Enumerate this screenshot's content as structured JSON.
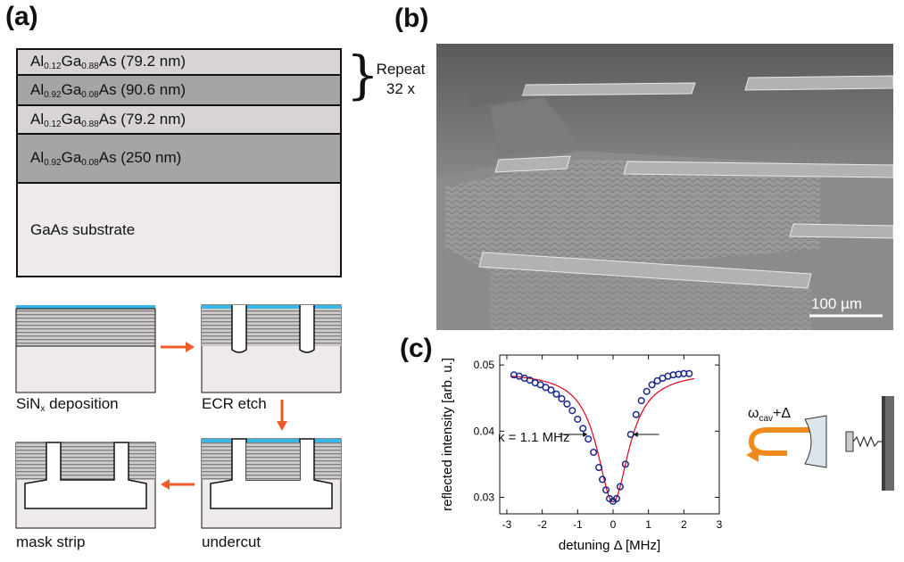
{
  "panel_a": {
    "label": "(a)",
    "layers": [
      {
        "base1": "Al",
        "sub1": "0.12",
        "base2": "Ga",
        "sub2": "0.88",
        "rest": "As (79.2 nm)",
        "fill": "#d8d4d3"
      },
      {
        "base1": "Al",
        "sub1": "0.92",
        "base2": "Ga",
        "sub2": "0.08",
        "rest": "As (90.6 nm)",
        "fill": "#a7a5a4"
      },
      {
        "base1": "Al",
        "sub1": "0.12",
        "base2": "Ga",
        "sub2": "0.88",
        "rest": "As (79.2 nm)",
        "fill": "#d8d4d3"
      },
      {
        "base1": "Al",
        "sub1": "0.92",
        "base2": "Ga",
        "sub2": "0.08",
        "rest": "As (250 nm)",
        "fill": "#a7a5a4"
      },
      {
        "base1": "",
        "sub1": "",
        "base2": "",
        "sub2": "",
        "rest": "GaAs substrate",
        "fill": "#eeeae9"
      }
    ],
    "repeat_line1": "Repeat",
    "repeat_line2": "32 x",
    "steps": {
      "deposition_base": "SiN",
      "deposition_sub": "x",
      "deposition_rest": " deposition",
      "etch": "ECR etch",
      "strip": "mask strip",
      "undercut": "undercut"
    },
    "colors": {
      "mask": "#38b7e6",
      "arrow": "#ee5a2a",
      "layer_dark": "#8c8a8a",
      "layer_light": "#cfcbcb",
      "substrate": "#eeeae9"
    }
  },
  "panel_b": {
    "label": "(b)",
    "scale_bar": "100 µm"
  },
  "panel_c": {
    "label": "(c)",
    "kappa_label": "κ = 1.1 MHz",
    "omega_base": "ω",
    "omega_sub": "cav",
    "omega_rest": "+Δ",
    "colors": {
      "fit": "#e0001a",
      "data": "#1b2a8a",
      "beam": "#f08a1c"
    },
    "chart_data": {
      "type": "scatter",
      "xlabel": "detuning Δ [MHz]",
      "ylabel": "reflected intensity [arb. u.]",
      "xlim": [
        -3.2,
        3
      ],
      "ylim": [
        0.0275,
        0.0515
      ],
      "x_ticks": [
        "-3",
        "-2",
        "-1",
        "0",
        "1",
        "2",
        "3"
      ],
      "y_ticks": [
        "0.03",
        "0.04",
        "0.05"
      ],
      "series": [
        {
          "kind": "markers",
          "x": [
            -2.8,
            -2.65,
            -2.5,
            -2.35,
            -2.2,
            -2.05,
            -1.9,
            -1.75,
            -1.6,
            -1.45,
            -1.3,
            -1.15,
            -1.0,
            -0.85,
            -0.7,
            -0.55,
            -0.4,
            -0.3,
            -0.2,
            -0.1,
            0.0,
            0.1,
            0.2,
            0.35,
            0.5,
            0.65,
            0.8,
            0.95,
            1.1,
            1.25,
            1.4,
            1.55,
            1.7,
            1.85,
            2.0,
            2.15
          ],
          "y": [
            0.0485,
            0.0483,
            0.048,
            0.0477,
            0.0473,
            0.047,
            0.0466,
            0.0462,
            0.0456,
            0.0449,
            0.0441,
            0.0431,
            0.0418,
            0.0404,
            0.0388,
            0.0368,
            0.0345,
            0.0327,
            0.0311,
            0.0298,
            0.0294,
            0.0298,
            0.0316,
            0.035,
            0.0395,
            0.0425,
            0.0446,
            0.046,
            0.047,
            0.0476,
            0.048,
            0.0483,
            0.0485,
            0.0486,
            0.0487,
            0.0487
          ]
        },
        {
          "kind": "fit",
          "x0": 0.0,
          "base": 0.049,
          "depth": 0.0197,
          "half_width": 0.55
        }
      ]
    }
  }
}
